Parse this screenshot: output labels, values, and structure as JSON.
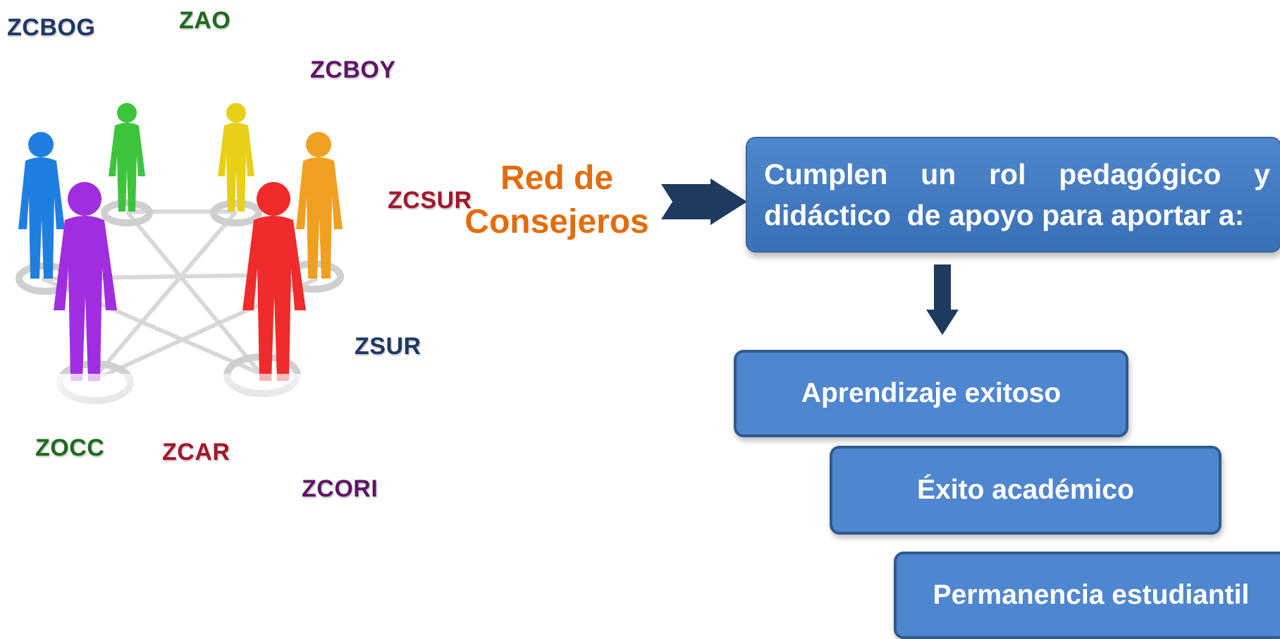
{
  "zones": {
    "zcbog": "ZCBOG",
    "zao": "ZAO",
    "zcboy": "ZCBOY",
    "zcsur": "ZCSUR",
    "zsur": "ZSUR",
    "zocc": "ZOCC",
    "zcar": "ZCAR",
    "zcori": "ZCORI"
  },
  "network": {
    "line1": "Red de",
    "line2": "Consejeros"
  },
  "main_box": {
    "line1_words": [
      "Cumplen",
      "un",
      "rol",
      "pedagógico",
      "y"
    ],
    "line2": "didáctico  de apoyo para aportar a:"
  },
  "outcomes": [
    {
      "label": "Aprendizaje exitoso"
    },
    {
      "label": "Éxito académico"
    },
    {
      "label": "Permanencia estudiantil"
    }
  ],
  "colors": {
    "zone_navy": "#1F3864",
    "zone_green": "#1E6B1E",
    "zone_purple": "#5E1566",
    "zone_red": "#A3172B",
    "network_orange": "#E46C0A",
    "box_blue": "#4F86D0",
    "arrow_navy": "#1E3A5F"
  },
  "icons": {
    "people": "people-network-illustration",
    "arrow_right": "arrow-right-icon",
    "arrow_down": "arrow-down-icon"
  }
}
